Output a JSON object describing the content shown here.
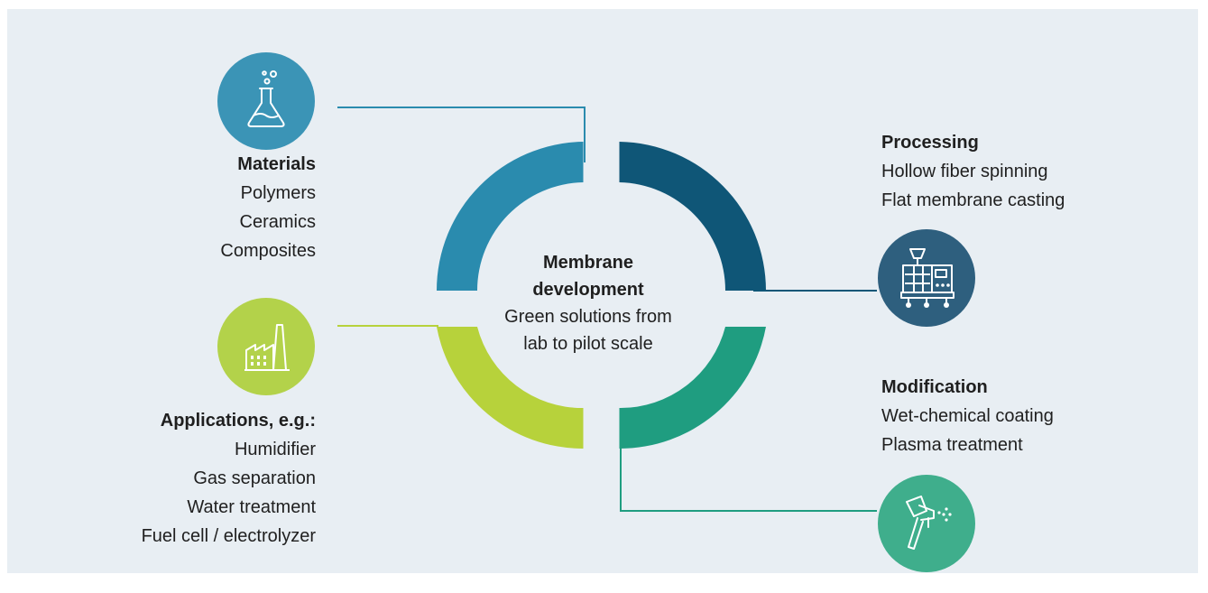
{
  "colors": {
    "background": "#e8eef3",
    "teal_blue": "#2a8bae",
    "dark_blue": "#0f5677",
    "lime": "#b7d23b",
    "green": "#1f9d80",
    "icon_teal": "#3b94b6",
    "icon_navy": "#2e5f7e",
    "icon_lime": "#b3d24a",
    "icon_green": "#3fae8c"
  },
  "center": {
    "title_line1": "Membrane",
    "title_line2": "development",
    "sub_line1": "Green solutions from",
    "sub_line2": "lab to pilot scale"
  },
  "materials": {
    "icon": "flask-icon",
    "title": "Materials",
    "items": [
      "Polymers",
      "Ceramics",
      "Composites"
    ]
  },
  "applications": {
    "icon": "factory-icon",
    "title": "Applications, e.g.:",
    "items": [
      "Humidifier",
      "Gas separation",
      "Water treatment",
      "Fuel cell / electrolyzer"
    ]
  },
  "processing": {
    "icon": "spinning-machine-icon",
    "title": "Processing",
    "items": [
      "Hollow fiber spinning",
      "Flat membrane casting"
    ]
  },
  "modification": {
    "icon": "spray-gun-icon",
    "title": "Modification",
    "items": [
      "Wet-chemical coating",
      "Plasma treatment"
    ]
  }
}
